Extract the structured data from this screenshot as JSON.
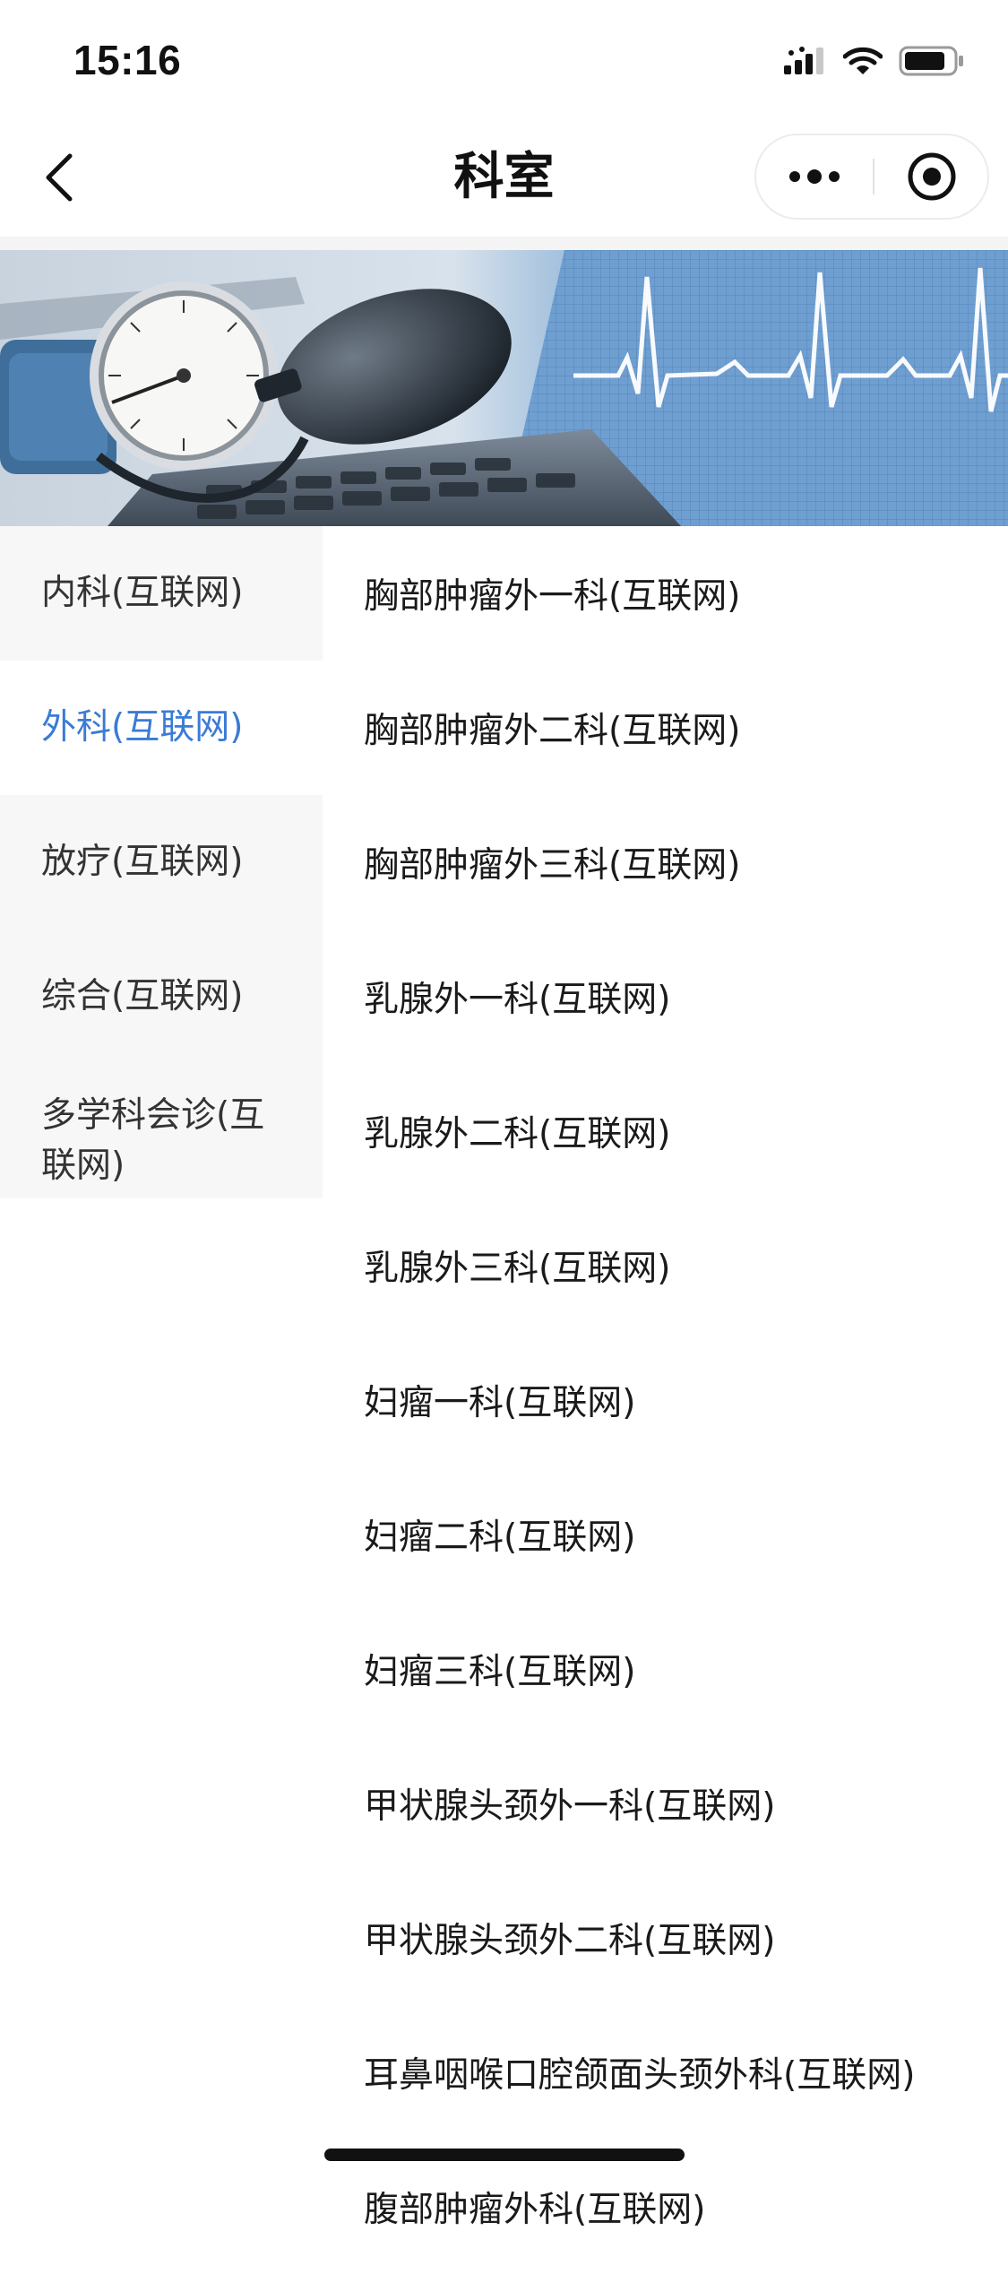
{
  "status_bar": {
    "time": "15:16"
  },
  "nav": {
    "title": "科室"
  },
  "colors": {
    "accent": "#3a7bd5",
    "sidebar_bg": "#f7f7f7",
    "text": "#1a1a1a"
  },
  "icons": {
    "back": "chevron-left-icon",
    "more": "more-dots-icon",
    "close": "target-circle-icon",
    "signal": "cellular-signal-icon",
    "wifi": "wifi-icon",
    "battery": "battery-icon"
  },
  "categories": [
    {
      "label": "内科(互联网)",
      "active": false
    },
    {
      "label": "外科(互联网)",
      "active": true
    },
    {
      "label": "放疗(互联网)",
      "active": false
    },
    {
      "label": "综合(互联网)",
      "active": false
    },
    {
      "label": "多学科会诊(互联网)",
      "active": false
    }
  ],
  "departments": [
    "胸部肿瘤外一科(互联网)",
    "胸部肿瘤外二科(互联网)",
    "胸部肿瘤外三科(互联网)",
    "乳腺外一科(互联网)",
    "乳腺外二科(互联网)",
    "乳腺外三科(互联网)",
    "妇瘤一科(互联网)",
    "妇瘤二科(互联网)",
    "妇瘤三科(互联网)",
    "甲状腺头颈外一科(互联网)",
    "甲状腺头颈外二科(互联网)",
    "耳鼻咽喉口腔颌面头颈外科(互联网)",
    "腹部肿瘤外科(互联网)"
  ]
}
